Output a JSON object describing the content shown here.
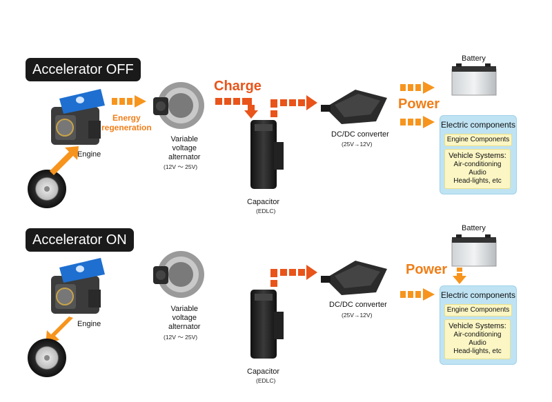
{
  "top": {
    "mode_label": "Accelerator OFF",
    "engine_label": "Engine",
    "energy_regen": [
      "Energy",
      "regeneration"
    ],
    "alternator_label": [
      "Variable",
      "voltage",
      "alternator"
    ],
    "alternator_range": "(12V 〜 25V)",
    "charge_label": "Charge",
    "capacitor_label": "Capacitor",
    "capacitor_sub": "(EDLC)",
    "converter_label": "DC/DC converter",
    "converter_range": "(25V→12V)",
    "power_label": "Power",
    "battery_label": "Battery",
    "panel_title": "Electric components",
    "engine_components": "Engine Components",
    "vehicle_systems_title": "Vehicle Systems:",
    "vehicle_systems_items": [
      "Air-conditioning",
      "Audio",
      "Head-lights, etc"
    ]
  },
  "bottom": {
    "mode_label": "Accelerator ON",
    "engine_label": "Engine",
    "alternator_label": [
      "Variable",
      "voltage",
      "alternator"
    ],
    "alternator_range": "(12V 〜 25V)",
    "capacitor_label": "Capacitor",
    "capacitor_sub": "(EDLC)",
    "converter_label": "DC/DC converter",
    "converter_range": "(25V→12V)",
    "power_label": "Power",
    "battery_label": "Battery",
    "panel_title": "Electric components",
    "engine_components": "Engine Components",
    "vehicle_systems_title": "Vehicle Systems:",
    "vehicle_systems_items": [
      "Air-conditioning",
      "Audio",
      "Head-lights, etc"
    ]
  },
  "colors": {
    "orange": "#f7941d",
    "red_orange": "#e8541a",
    "panel_blue": "#bfe3f3",
    "box_yellow": "#fbf6c4",
    "engine_blue": "#1e6fd0"
  }
}
